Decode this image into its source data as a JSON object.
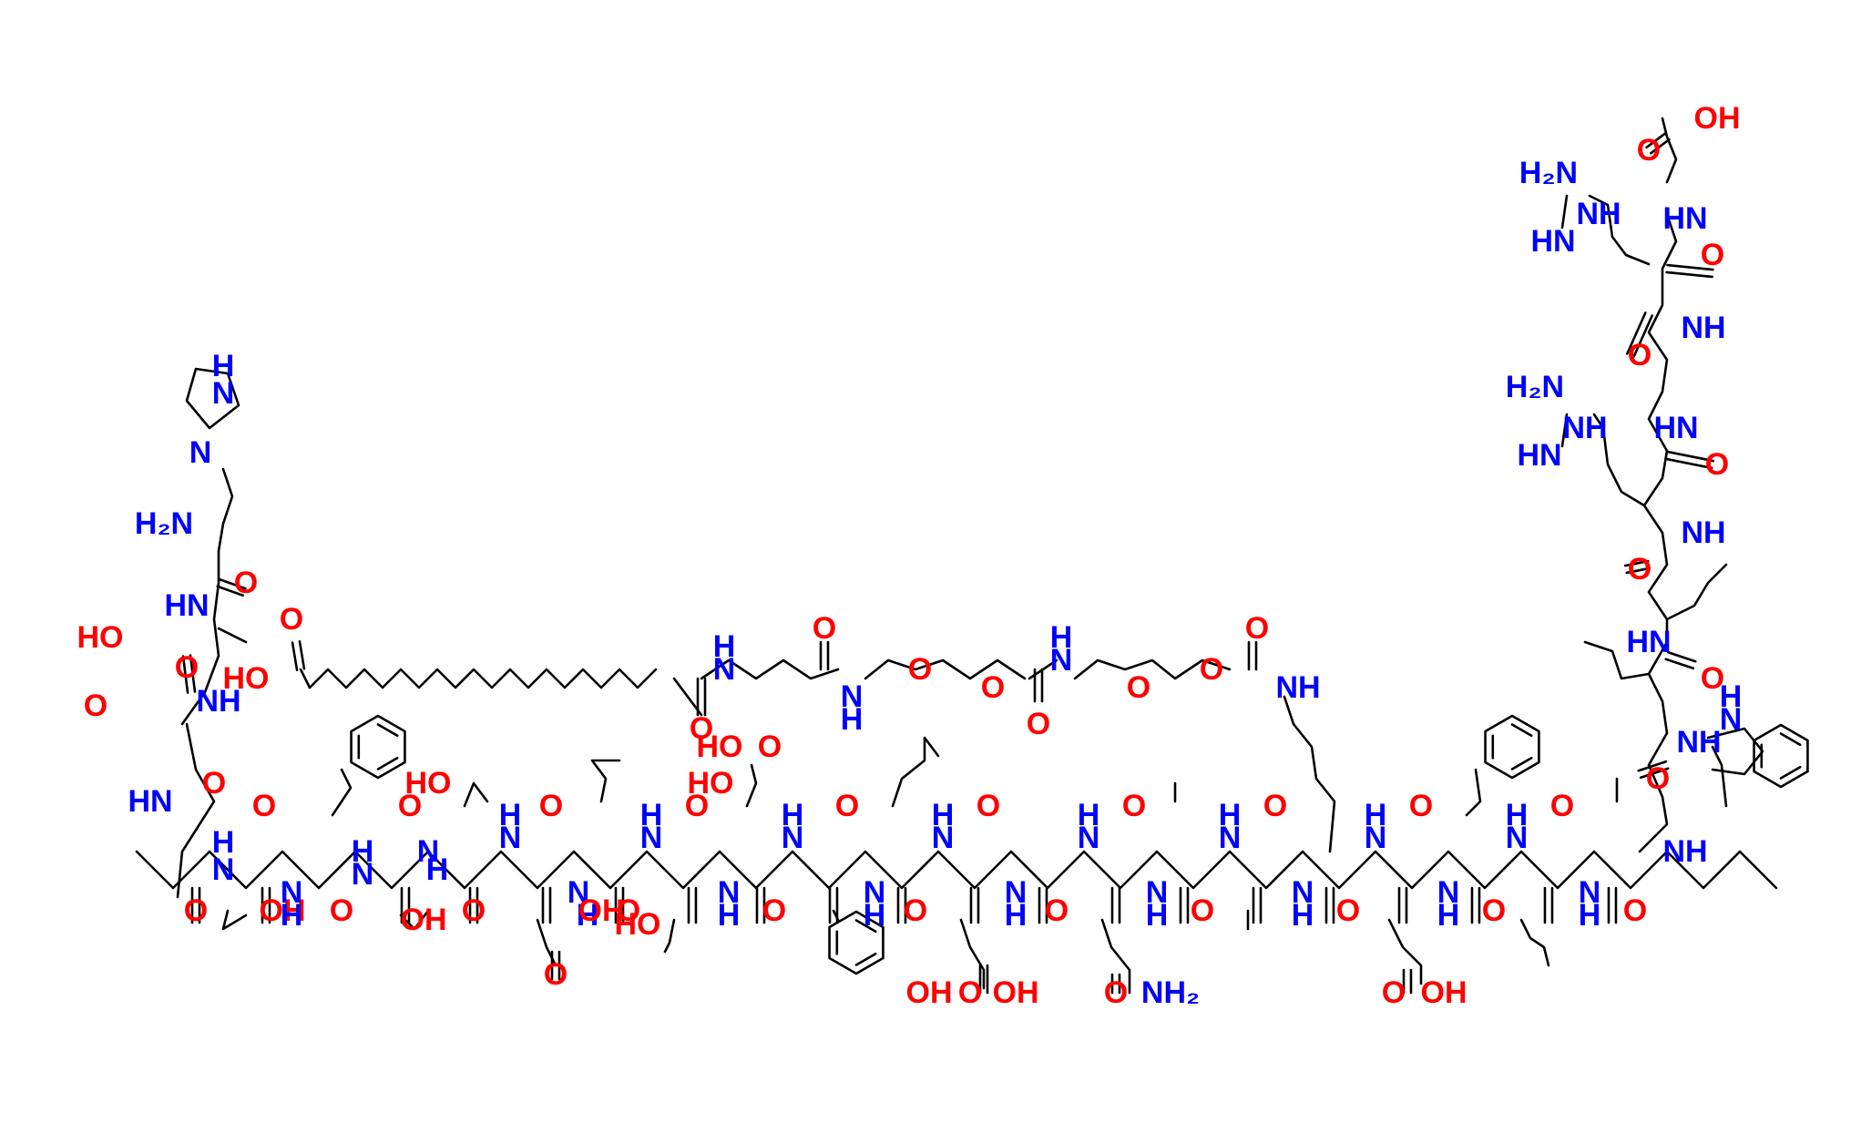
{
  "colors": {
    "bond": "#000000",
    "N": "#0000ff",
    "O": "#ff0000",
    "background": "#ffffff"
  },
  "labels": {
    "N": "N",
    "H": "H",
    "NH": "NH",
    "HN": "HN",
    "H2N": "H₂N",
    "NH2": "NH₂",
    "O": "O",
    "OH": "OH",
    "HO": "HO",
    "OH_HN": "OHN"
  }
}
